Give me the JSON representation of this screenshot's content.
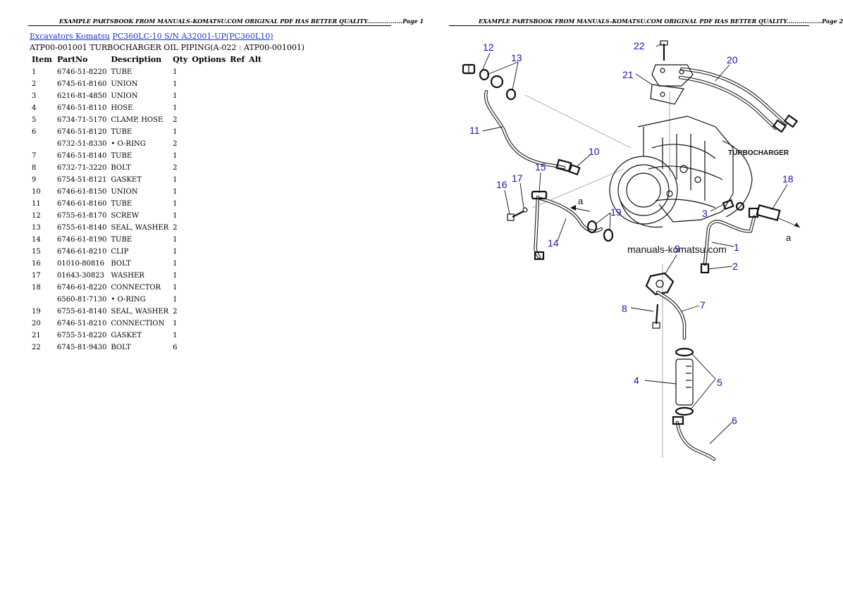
{
  "page1": {
    "header": "EXAMPLE PARTSBOOK FROM MANUALS-KOMATSU.COM ORIGINAL PDF HAS BETTER QUALITY..................Page 1",
    "breadcrumb": {
      "link1": "Excavators Komatsu",
      "link2": "PC360LC-10 S/N A32001-UP(PC360L10)"
    },
    "subtitle": "ATP00-001001 TURBOCHARGER OIL PIPING(A-022 : ATP00-001001)",
    "table": {
      "columns": [
        "Item",
        "PartNo",
        "Description",
        "Qty",
        "Options",
        "Ref",
        "Alt"
      ],
      "rows": [
        {
          "item": "1",
          "part": "6746-51-8220",
          "desc": "TUBE",
          "qty": "1"
        },
        {
          "item": "2",
          "part": "6745-61-8160",
          "desc": "UNION",
          "qty": "1"
        },
        {
          "item": "3",
          "part": "6216-81-4850",
          "desc": "UNION",
          "qty": "1"
        },
        {
          "item": "4",
          "part": "6746-51-8110",
          "desc": "HOSE",
          "qty": "1"
        },
        {
          "item": "5",
          "part": "6734-71-5170",
          "desc": "CLAMP, HOSE",
          "qty": "2"
        },
        {
          "item": "6",
          "part": "6746-51-8120",
          "desc": "TUBE",
          "qty": "1"
        },
        {
          "item": "",
          "part": "6732-51-8330",
          "desc": "• O-RING",
          "qty": "2"
        },
        {
          "item": "7",
          "part": "6746-51-8140",
          "desc": "TUBE",
          "qty": "1"
        },
        {
          "item": "8",
          "part": "6732-71-3220",
          "desc": "BOLT",
          "qty": "2"
        },
        {
          "item": "9",
          "part": "6754-51-8121",
          "desc": "GASKET",
          "qty": "1"
        },
        {
          "item": "10",
          "part": "6746-61-8150",
          "desc": "UNION",
          "qty": "1"
        },
        {
          "item": "11",
          "part": "6746-61-8160",
          "desc": "TUBE",
          "qty": "1"
        },
        {
          "item": "12",
          "part": "6755-61-8170",
          "desc": "SCREW",
          "qty": "1"
        },
        {
          "item": "13",
          "part": "6755-61-8140",
          "desc": "SEAL, WASHER",
          "qty": "2"
        },
        {
          "item": "14",
          "part": "6746-61-8190",
          "desc": "TUBE",
          "qty": "1"
        },
        {
          "item": "15",
          "part": "6746-61-8210",
          "desc": "CLIP",
          "qty": "1"
        },
        {
          "item": "16",
          "part": "01010-80816",
          "desc": "BOLT",
          "qty": "1"
        },
        {
          "item": "17",
          "part": "01643-30823",
          "desc": "WASHER",
          "qty": "1"
        },
        {
          "item": "18",
          "part": "6746-61-8220",
          "desc": "CONNECTOR",
          "qty": "1"
        },
        {
          "item": "",
          "part": "6560-81-7130",
          "desc": "• O-RING",
          "qty": "1"
        },
        {
          "item": "19",
          "part": "6755-61-8140",
          "desc": "SEAL, WASHER",
          "qty": "2"
        },
        {
          "item": "20",
          "part": "6746-51-8210",
          "desc": "CONNECTION",
          "qty": "1"
        },
        {
          "item": "21",
          "part": "6755-51-8220",
          "desc": "GASKET",
          "qty": "1"
        },
        {
          "item": "22",
          "part": "6745-81-9430",
          "desc": "BOLT",
          "qty": "6"
        }
      ]
    }
  },
  "page2": {
    "header": "EXAMPLE PARTSBOOK FROM MANUALS-KOMATSU.COM ORIGINAL PDF HAS BETTER QUALITY..................Page 2",
    "diagram": {
      "component_label": "TURBOCHARGER",
      "watermark": "manuals-komatsu.com",
      "arrow_label": "a",
      "callouts": {
        "c1": "1",
        "c2": "2",
        "c3": "3",
        "c4": "4",
        "c5": "5",
        "c6": "6",
        "c7": "7",
        "c8": "8",
        "c9": "9",
        "c10": "10",
        "c11": "11",
        "c12": "12",
        "c13": "13",
        "c14": "14",
        "c15": "15",
        "c16": "16",
        "c17": "17",
        "c18": "18",
        "c19": "19",
        "c20": "20",
        "c21": "21",
        "c22": "22"
      }
    }
  }
}
